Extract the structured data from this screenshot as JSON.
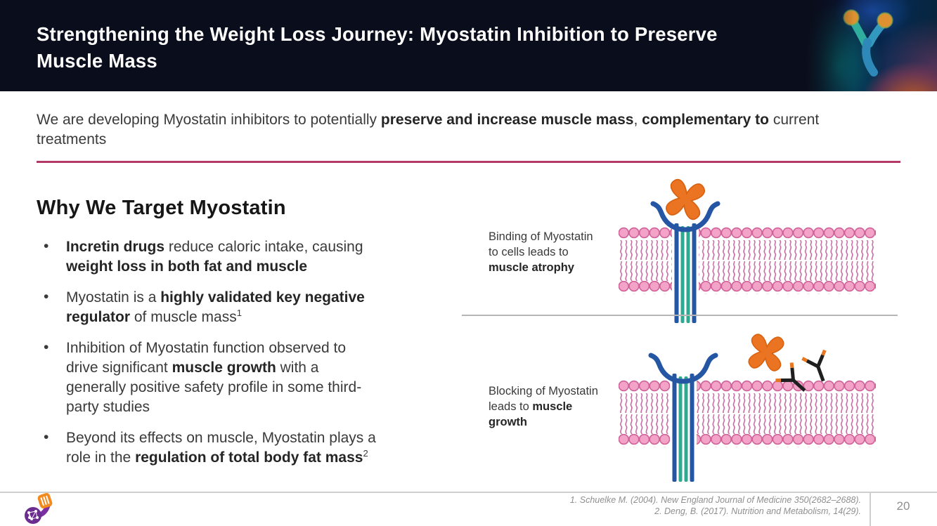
{
  "slide": {
    "title_line1": "Strengthening the Weight Loss Journey: Myostatin Inhibition to Preserve",
    "title_line2": "Muscle Mass"
  },
  "intro": {
    "runs": [
      {
        "t": "We are developing Myostatin inhibitors to potentially "
      },
      {
        "t": "preserve and increase muscle mass",
        "b": true
      },
      {
        "t": ", "
      },
      {
        "t": "complementary to",
        "b": true
      },
      {
        "t": " current treatments"
      }
    ]
  },
  "main": {
    "heading": "Why We Target Myostatin",
    "bullets": [
      {
        "runs": [
          {
            "t": "Incretin drugs",
            "b": true
          },
          {
            "t": " reduce caloric intake, causing "
          },
          {
            "t": "weight loss in both fat and muscle",
            "b": true
          }
        ]
      },
      {
        "runs": [
          {
            "t": "Myostatin is a "
          },
          {
            "t": "highly validated key negative regulator",
            "b": true
          },
          {
            "t": " of muscle mass"
          },
          {
            "t": "1",
            "sup": true
          }
        ]
      },
      {
        "runs": [
          {
            "t": "Inhibition of Myostatin function observed to drive significant "
          },
          {
            "t": "muscle growth",
            "b": true
          },
          {
            "t": " with a generally positive safety profile in some third-party studies"
          }
        ]
      },
      {
        "runs": [
          {
            "t": "Beyond its effects on muscle, Myostatin plays a role in the "
          },
          {
            "t": "regulation of total body fat mass",
            "b": true
          },
          {
            "t": "2",
            "sup": true
          }
        ]
      }
    ]
  },
  "diagrams": [
    {
      "label_runs": [
        {
          "t": "Binding of Myostatin to cells leads to "
        },
        {
          "t": "muscle atrophy",
          "b": true
        }
      ],
      "icon": "myostatin-bound-to-receptor"
    },
    {
      "label_runs": [
        {
          "t": "Blocking of Myostatin leads to "
        },
        {
          "t": "muscle growth",
          "b": true
        }
      ],
      "icon": "antibodies-blocking-myostatin"
    }
  ],
  "footer": {
    "citations": [
      "1. Schuelke M. (2004). New England Journal of Medicine 350(2682–2688).",
      "2. Deng, B. (2017). Nutrition and Metabolism, 14(29)."
    ],
    "page_number": "20"
  },
  "icons": {
    "myostatin_molecule": "orange four-lobed cross",
    "antibody": "Y-shape, black with orange tips",
    "receptor": "blue cup with blue-teal transmembrane bars",
    "cell_membrane": "pink lipid bilayer",
    "logo": "purple-orange DNA network emblem",
    "header_image": "3D antibody on cell surface"
  },
  "colors": {
    "header_bg": "#0A0D1B",
    "accent_pink": "#B23866",
    "membrane_pink": "#F2A3C7",
    "membrane_outline": "#CF6098",
    "receptor_blue": "#2456A4",
    "receptor_teal": "#2FA98F",
    "myostatin_orange": "#EB7423",
    "antibody_black": "#1F1F1F",
    "divider_gray": "#B5B5B5",
    "footer_gray": "#8F8F8F"
  }
}
